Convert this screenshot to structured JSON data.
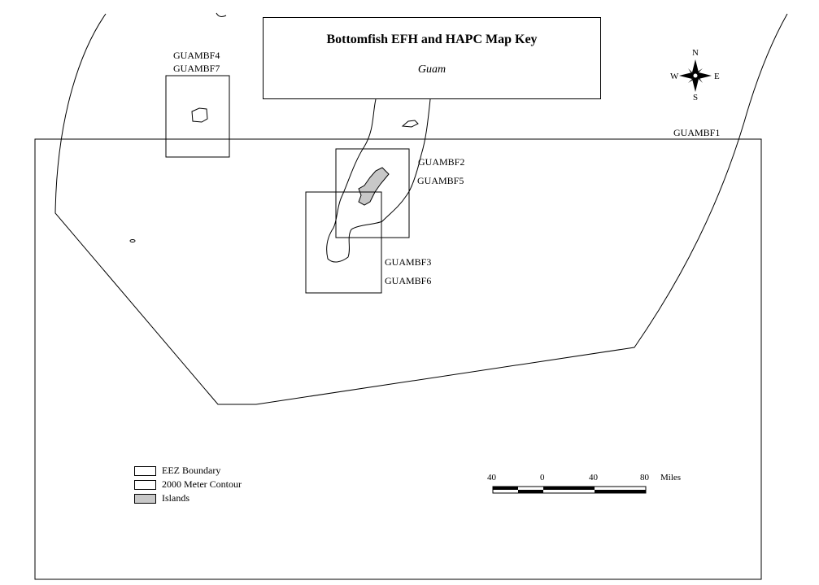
{
  "map": {
    "title": "Bottomfish EFH and HAPC Map Key",
    "subtitle": "Guam"
  },
  "grids": {
    "bf1": "GUAMBF1",
    "bf2": "GUAMBF2",
    "bf3": "GUAMBF3",
    "bf4": "GUAMBF4",
    "bf5": "GUAMBF5",
    "bf6": "GUAMBF6",
    "bf7": "GUAMBF7"
  },
  "legend": {
    "items": [
      {
        "label": "EEZ Boundary",
        "color": "#ffffff"
      },
      {
        "label": "2000 Meter Contour",
        "color": "#ffffff"
      },
      {
        "label": "Islands",
        "color": "#c8c8c8"
      }
    ]
  },
  "compass": {
    "n": "N",
    "s": "S",
    "e": "E",
    "w": "W"
  },
  "scale": {
    "ticks": [
      "40",
      "0",
      "40",
      "80"
    ],
    "unit": "Miles"
  },
  "colors": {
    "island": "#c8c8c8",
    "line": "#000000"
  }
}
